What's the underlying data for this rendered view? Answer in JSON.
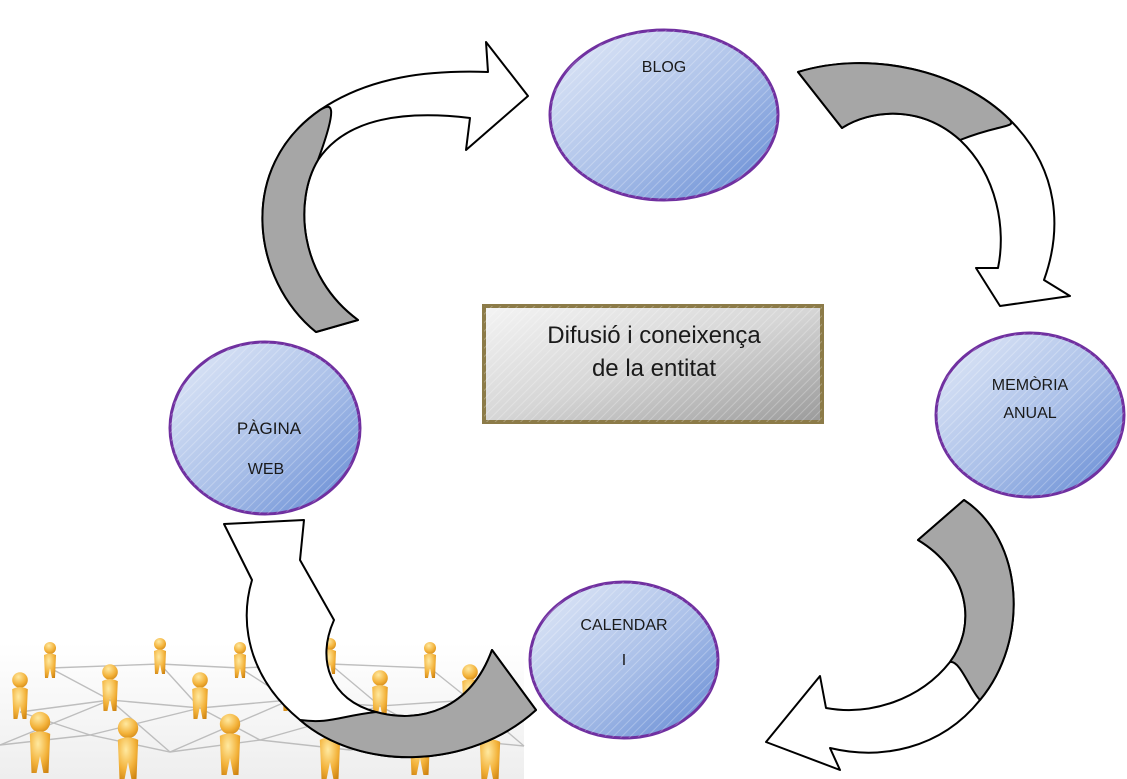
{
  "diagram": {
    "center": {
      "line1": "Difusió i coneixença",
      "line2": "de la entitat"
    },
    "nodes": {
      "blog": {
        "line1": "BLOG"
      },
      "memoria": {
        "line1": "MEMÒRIA",
        "line2": "ANUAL"
      },
      "calendari": {
        "line1": "CALENDAR",
        "line2": "I"
      },
      "pagina_web": {
        "line1": "PÀGINA",
        "line2": "WEB"
      }
    },
    "colors": {
      "node_fill_light": "#dde6f6",
      "node_fill_dark": "#6f92d6",
      "node_stroke": "#7030a0",
      "arrow_gray": "#a6a6a6",
      "arrow_white": "#ffffff",
      "center_border": "#8c7b48"
    },
    "illustration": {
      "icon": "people-network-illustration"
    }
  }
}
